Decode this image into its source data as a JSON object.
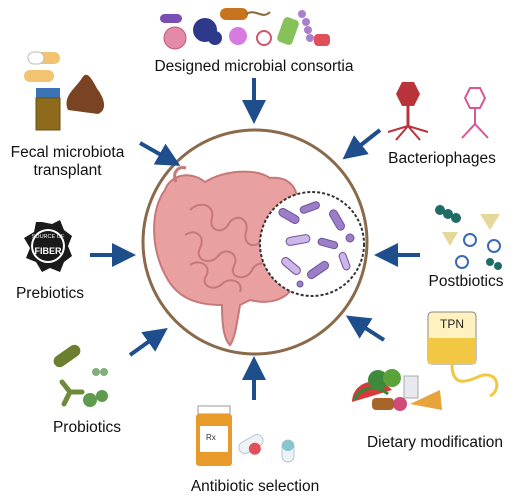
{
  "labels": {
    "designed": "Designed microbial consortia",
    "fecal_line1": "Fecal microbiota",
    "fecal_line2": "transplant",
    "bacteriophages": "Bacteriophages",
    "prebiotics": "Prebiotics",
    "postbiotics": "Postbiotics",
    "probiotics": "Probiotics",
    "dietary": "Dietary modification",
    "antibiotic": "Antibiotic selection"
  },
  "badges": {
    "fiber_top": "SOURCE OF",
    "fiber_main": "FIBER",
    "tpn": "TPN",
    "rx": "Rx"
  },
  "colors": {
    "arrow": "#1f4e8c",
    "circle_border": "#8a6a4a",
    "intestine": "#e8a0a0",
    "intestine_dark": "#c77878",
    "microbe_purple": "#9b7ec6",
    "bacteriophage_red": "#b8343a",
    "phage_pink": "#d9559a"
  }
}
